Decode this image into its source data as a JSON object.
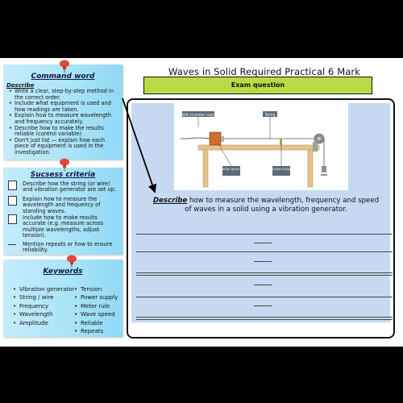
{
  "title": "Waves in Solid Required Practical 6 Mark",
  "exam_label": "Exam question",
  "command_word": {
    "title": "Command word",
    "describe_label": "Describe",
    "bullets": [
      "Write a clear, step-by-step method in the correct order.",
      "Include what equipment is used and how readings are taken.",
      "Explain how to measure wavelength and frequency accurately.",
      "Describe how to make the results reliable (control variable)",
      "Don't just list — explain how each piece of equipment is used in the investigation."
    ]
  },
  "success_criteria": {
    "title": "Sucsess criteria",
    "items": [
      "Describe how the string (or wire) and vibration generator are set up.",
      "Explain how to measure the wavelength and frequency of standing waves.",
      "Include how to make results accurate (e.g. measure across multiple wavelengths, adjust tension).",
      "Mention repeats or how to ensure reliability."
    ]
  },
  "keywords": {
    "title": "Keywords",
    "col1": [
      "Vibration generator",
      "String / wire",
      "Frequency",
      "Wavelength",
      "Amplitude"
    ],
    "col2": [
      "Tension",
      "Power supply",
      "Meter rule",
      "Wave speed",
      "Reliable",
      "Repeats"
    ]
  },
  "apparatus": {
    "labels": [
      "Cable to power supply",
      "String",
      "Vibration generator",
      "Wooden bridge"
    ]
  },
  "question": {
    "command": "Describe",
    "text": " how to measure the wavelength, frequency and speed of waves in a solid using a vibration generator."
  },
  "colors": {
    "note_blue": "#a9e3f8",
    "exam_green": "#b7dc43",
    "panel_blue": "#c6d9f1",
    "pin_red": "#e2463d"
  }
}
